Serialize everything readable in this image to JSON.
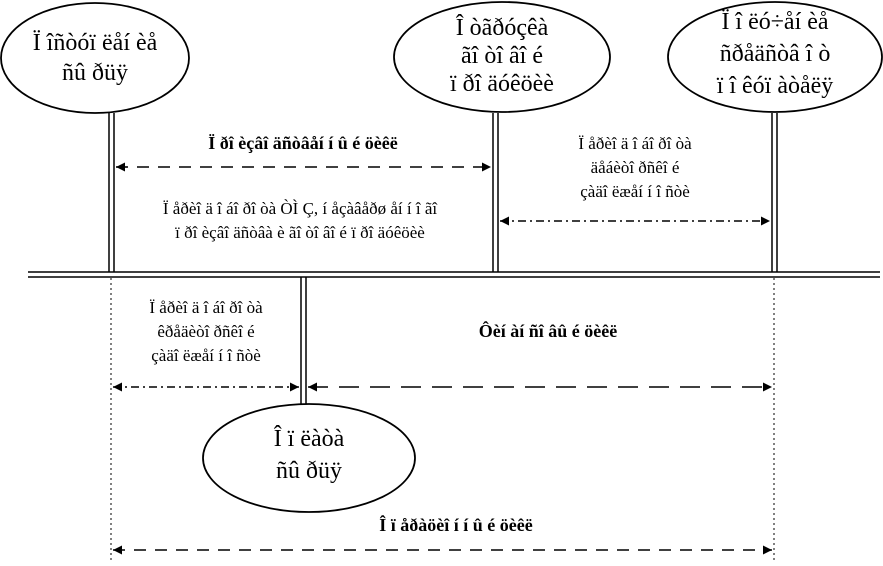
{
  "nodes": {
    "supply": {
      "lines": [
        "Ï îñòóï ëåí èå",
        "ñû ðüÿ"
      ]
    },
    "transport": {
      "lines": [
        "Î òãðóçêà",
        "ãî òî âî é",
        "ï ðî äóêöèè"
      ]
    },
    "receipt": {
      "lines": [
        "Ï î ëó÷åí èå",
        "ñðåäñòâ î ò",
        "ï î êóï àòåëÿ"
      ]
    },
    "payment": {
      "lines": [
        "Î ï ëàòà",
        "ñû ðüÿ"
      ]
    }
  },
  "labels": {
    "production_cycle": "Ï ðî èçâî äñòâåí í û é  öèêë",
    "material_stay": [
      "Ï åðèî ä î áî ðî òà ÒÌ Ç, í åçàâåðø åí í î ãî",
      "ï ðî èçâî äñòâà è ãî òî âî é ï ðî äóêöèè"
    ],
    "receivables_turnover": [
      "Ï åðèî ä î áî ðî òà",
      "äåáèòî ðñêî é",
      "çàäî ëæåí í î ñòè"
    ],
    "payables_turnover": [
      "Ï åðèî ä î áî ðî òà",
      "êðåäèòî ðñêî é",
      "çàäî ëæåí í î ñòè"
    ],
    "financial_cycle": "Ôèí àí ñî âû é  öèêë",
    "operating_cycle": "Î ï åðàöèî í í û é  öèêë"
  }
}
